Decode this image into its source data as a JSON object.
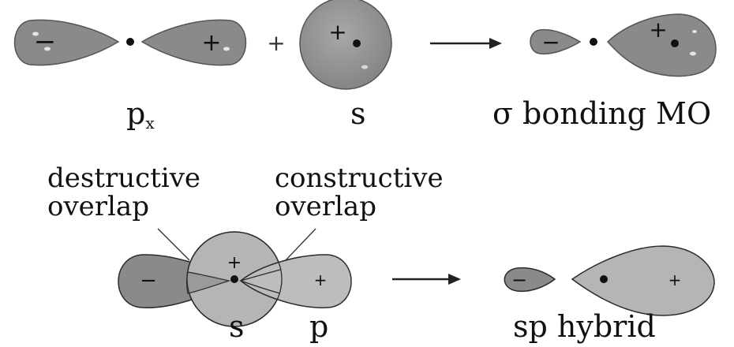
{
  "top_row": {
    "px_symbol": "p",
    "px_subscript": "x",
    "s_symbol": "s",
    "result_label": "σ bonding MO",
    "plus_operator": "+",
    "orbital_signs": {
      "px_left": "−",
      "px_right": "+",
      "s": "+",
      "mo_left": "−",
      "mo_right": "+"
    }
  },
  "bottom_row": {
    "destructive_line1": "destructive",
    "destructive_line2": "overlap",
    "constructive_line1": "constructive",
    "constructive_line2": "overlap",
    "s_symbol": "s",
    "p_symbol": "p",
    "result_label": "sp hybrid",
    "orbital_signs": {
      "p_left": "−",
      "s_top": "+",
      "p_right": "+",
      "hybrid_left": "−",
      "hybrid_right": "+"
    }
  },
  "colors": {
    "orbital_dark": "#8a8a8a",
    "orbital_light": "#b5b5b5",
    "orbital_overlap": "#9a9a9a",
    "outline": "#2b2b2b",
    "nucleus": "#111111"
  }
}
